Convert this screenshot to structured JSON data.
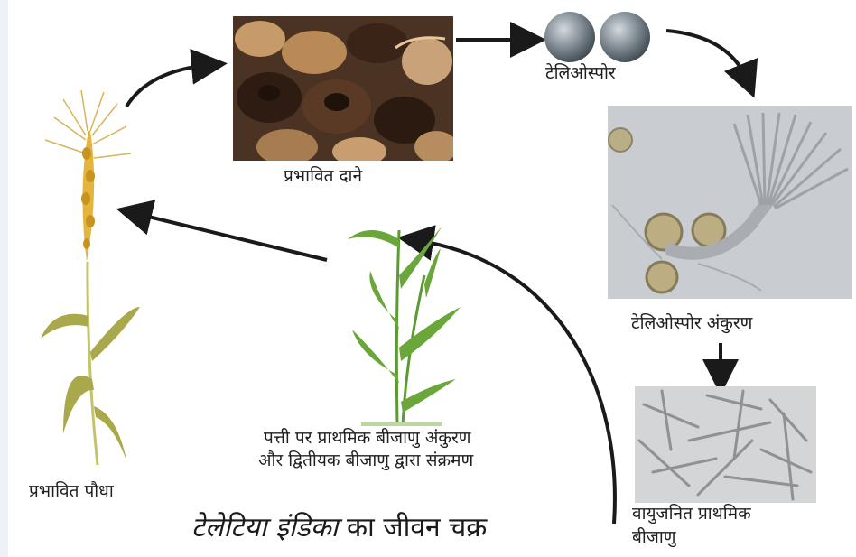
{
  "labels": {
    "affected_grains": "प्रभावित दाने",
    "teliospore": "टेलिओस्पोर",
    "teliospore_germination": "टेलिओस्पोर अंकुरण",
    "airborne_line1": "वायुजनित प्राथमिक",
    "airborne_line2": "बीजाणु",
    "leaf_line1": "पत्ती पर प्राथमिक बीजाणु अंकुरण",
    "leaf_line2": "और द्वितीयक बीजाणु द्वारा संक्रमण",
    "affected_plant": "प्रभावित पौधा"
  },
  "caption": {
    "italic_part": "टेलेटिया इंडिका",
    "regular_part": "का जीवन चक्र"
  },
  "colors": {
    "arrow": "#1a1a1a",
    "wheat_gold": "#e3b43e",
    "wheat_stem": "#c3c46a",
    "seedling_green": "#6aa63a",
    "spore_grey": "#7d8890",
    "micro_bg": "#c9ccd0",
    "grain_dark": "#3a2418"
  }
}
